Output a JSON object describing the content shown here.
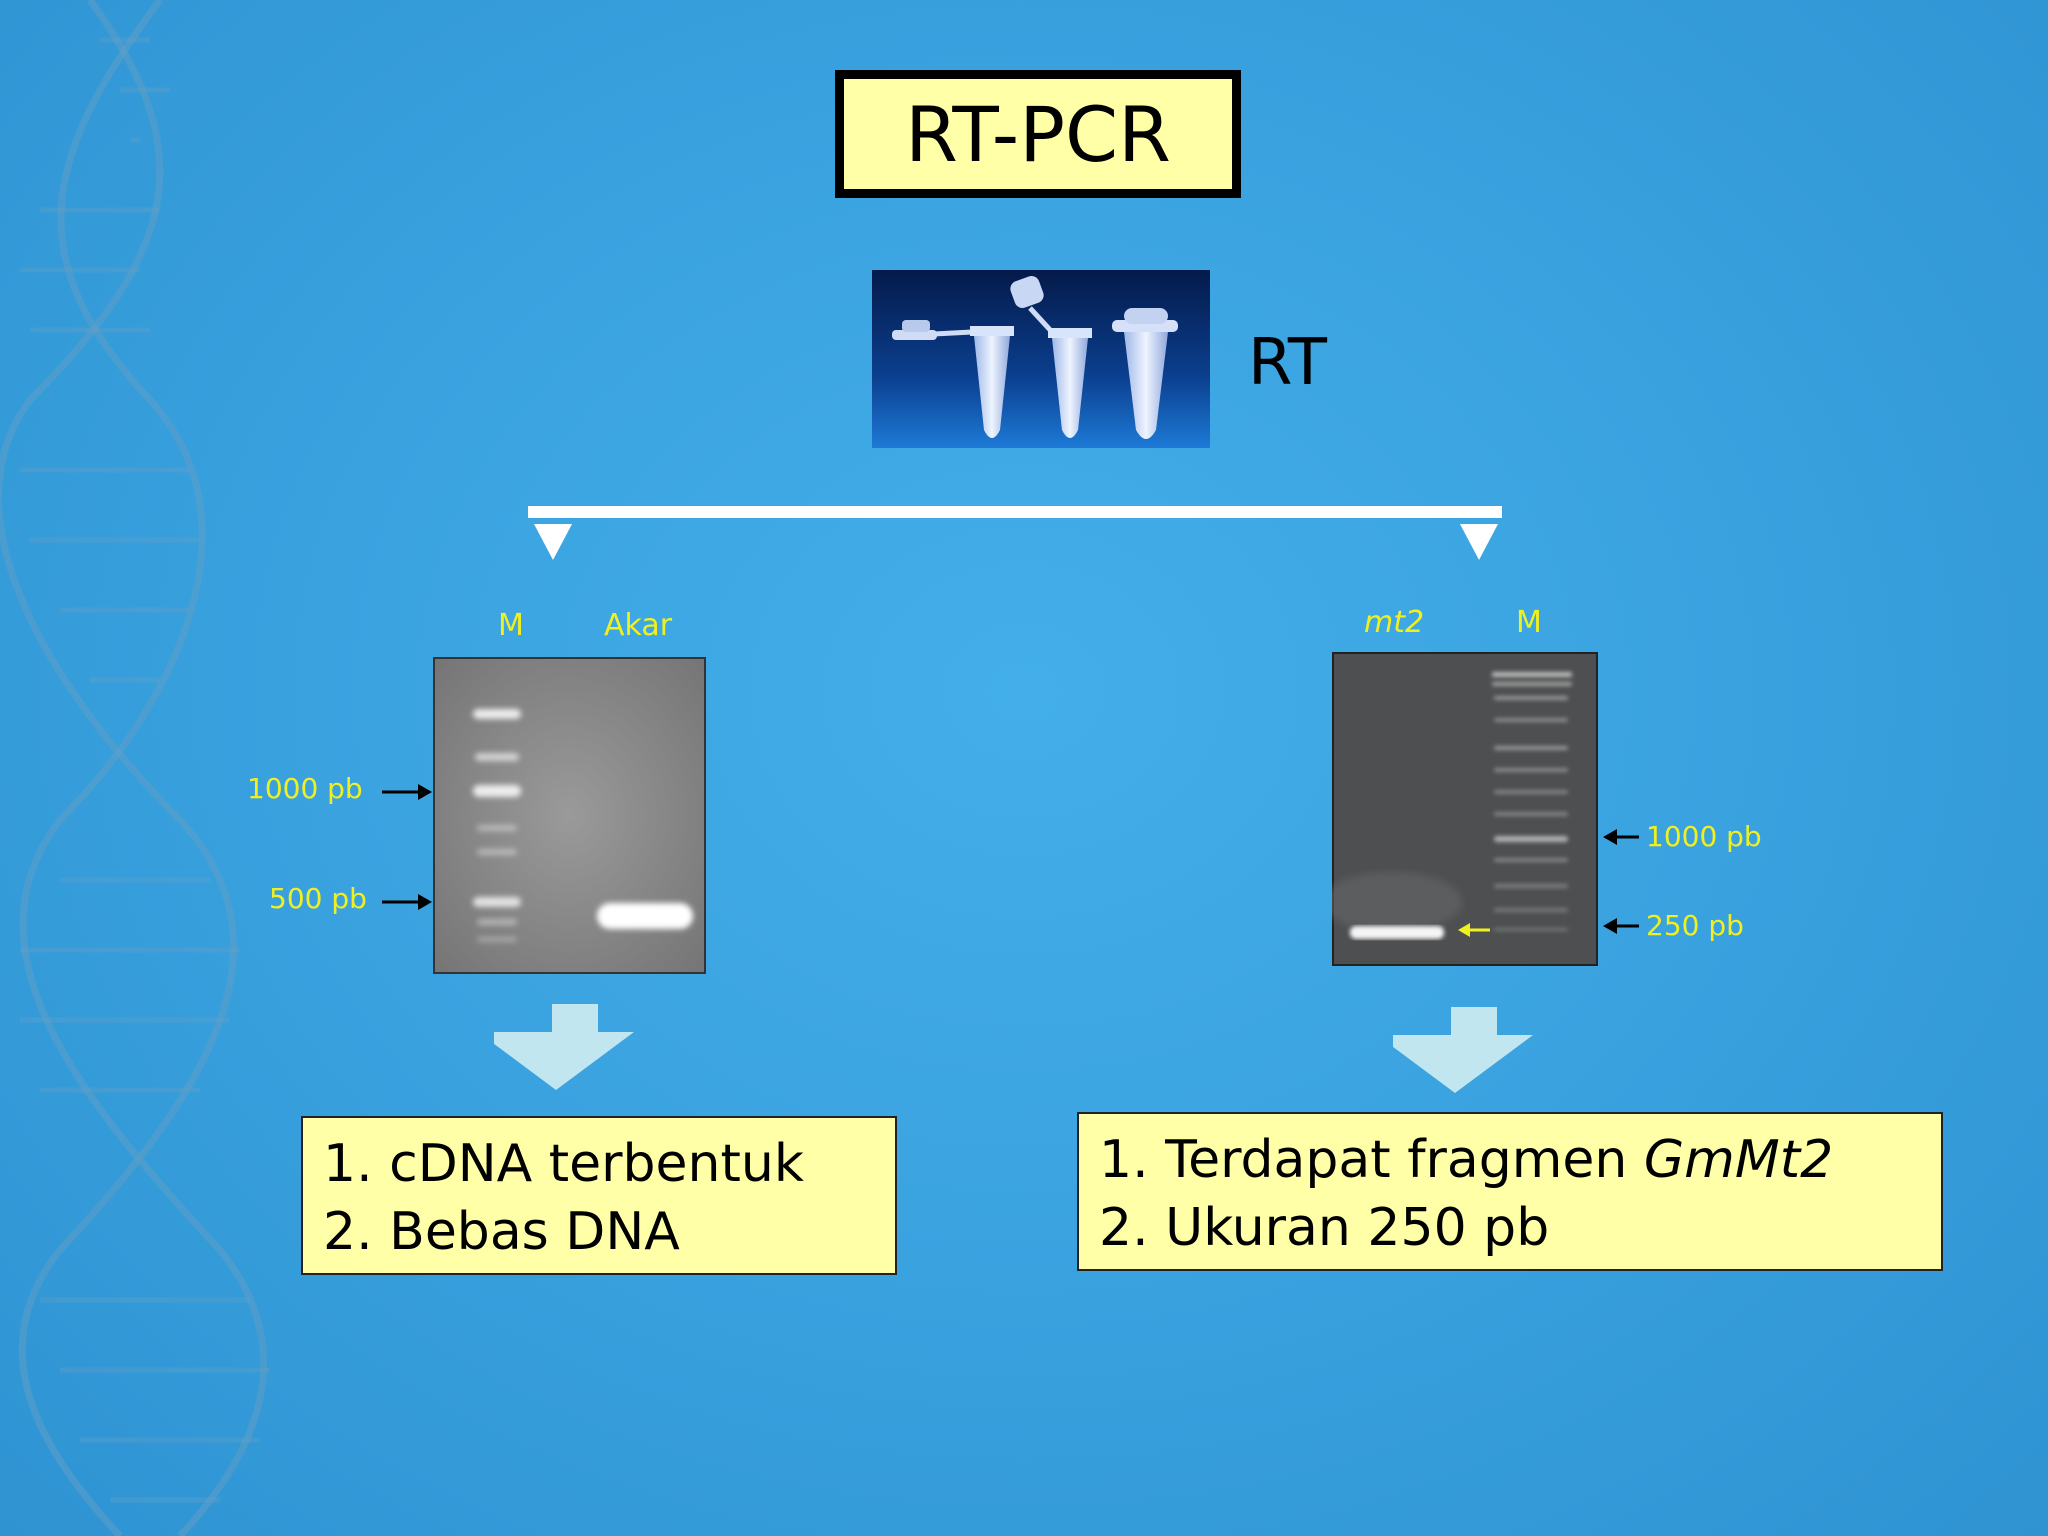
{
  "slide": {
    "title": "RT-PCR",
    "step_label": "RT"
  },
  "left_gel": {
    "lane_labels": [
      "M",
      "Akar"
    ],
    "markers": [
      "1000 pb",
      "500 pb"
    ]
  },
  "right_gel": {
    "lane_labels": [
      "mt2",
      "M"
    ],
    "markers": [
      "1000 pb",
      "250 pb"
    ]
  },
  "results_left": {
    "line1": "1. cDNA terbentuk",
    "line2": "2. Bebas DNA"
  },
  "results_right": {
    "line1_prefix": "1. Terdapat fragmen ",
    "line1_gene": "GmMt2",
    "line2": "2. Ukuran 250 pb"
  },
  "colors": {
    "background": "#3aa3e0",
    "box_fill": "#ffffa8",
    "label_yellow": "#f0f020",
    "arrow_fill": "#c8eaf0"
  }
}
